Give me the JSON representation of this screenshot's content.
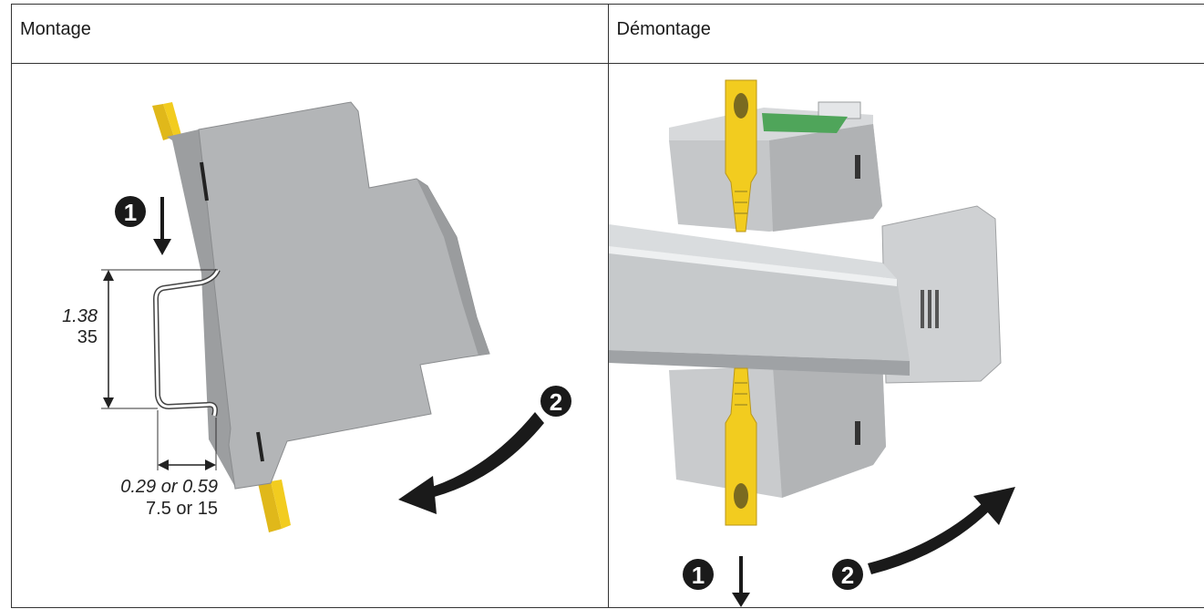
{
  "left_panel": {
    "title": "Montage",
    "steps": {
      "one": "1",
      "two": "2"
    },
    "dimensions": {
      "height_in": "1.38",
      "height_mm": "35",
      "width_in": "0.29 or 0.59",
      "width_mm": "7.5 or 15"
    }
  },
  "right_panel": {
    "title": "Démontage",
    "steps": {
      "one": "1",
      "two": "2"
    }
  },
  "colors": {
    "device_body": "#b3b5b7",
    "clip_yellow": "#f2cc1f",
    "arrow": "#1a1a1a",
    "rail": "#c6c9cb"
  }
}
